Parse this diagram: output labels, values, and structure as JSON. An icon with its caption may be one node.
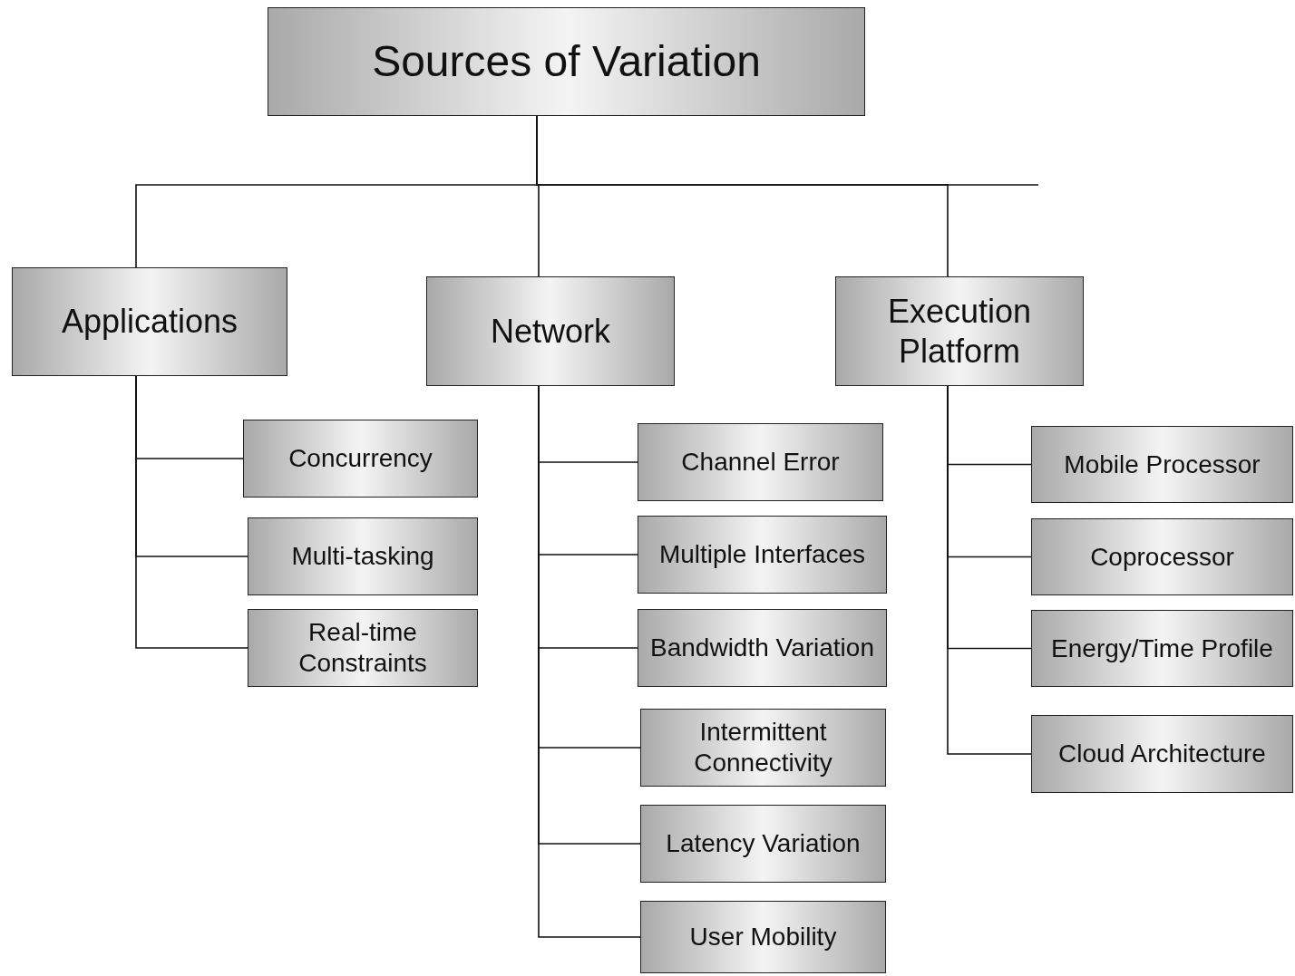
{
  "diagram": {
    "nodes": [
      {
        "text": [
          "Sources of Variation"
        ]
      },
      {
        "text": [
          "Applications"
        ]
      },
      {
        "text": [
          "Network"
        ]
      },
      {
        "text": [
          "Execution Platform"
        ]
      },
      {
        "text": [
          "Concurrency"
        ]
      },
      {
        "text": [
          "Multi-tasking"
        ]
      },
      {
        "text": [
          "Real-time Constraints"
        ]
      },
      {
        "text": [
          "Channel Error"
        ]
      },
      {
        "text": [
          "Multiple Interfaces"
        ]
      },
      {
        "text": [
          "Bandwidth Variation"
        ]
      },
      {
        "text": [
          "Intermittent Connectivity"
        ]
      },
      {
        "text": [
          "Latency Variation"
        ]
      },
      {
        "text": [
          "User Mobility"
        ]
      },
      {
        "text": [
          "Mobile Processor"
        ]
      },
      {
        "text": [
          "Coprocessor"
        ]
      },
      {
        "text": [
          "Energy/Time Profile"
        ]
      },
      {
        "text": [
          "Cloud Architecture"
        ]
      }
    ],
    "edges": [
      {
        "from": 0,
        "to": 1,
        "arrow": "none"
      },
      {
        "from": 0,
        "to": 2,
        "arrow": "none"
      },
      {
        "from": 0,
        "to": 3,
        "arrow": "none"
      },
      {
        "from": 0,
        "to": null,
        "arrow": "none"
      },
      {
        "from": 1,
        "to": 4,
        "arrow": "none"
      },
      {
        "from": 1,
        "to": 5,
        "arrow": "none"
      },
      {
        "from": 1,
        "to": 6,
        "arrow": "none"
      },
      {
        "from": 2,
        "to": 7,
        "arrow": "none"
      },
      {
        "from": 2,
        "to": 8,
        "arrow": "none"
      },
      {
        "from": 2,
        "to": 9,
        "arrow": "none"
      },
      {
        "from": 2,
        "to": 10,
        "arrow": "none"
      },
      {
        "from": 2,
        "to": 11,
        "arrow": "none"
      },
      {
        "from": 2,
        "to": 12,
        "arrow": "none"
      },
      {
        "from": 3,
        "to": 13,
        "arrow": "none"
      },
      {
        "from": 3,
        "to": 14,
        "arrow": "none"
      },
      {
        "from": 3,
        "to": 15,
        "arrow": "none"
      },
      {
        "from": 3,
        "to": 16,
        "arrow": "none"
      }
    ]
  }
}
